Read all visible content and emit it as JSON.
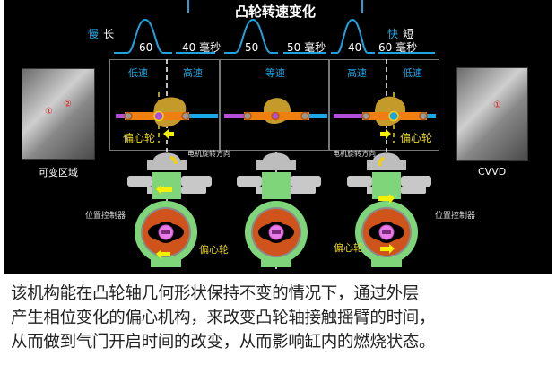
{
  "title": "凸轮转速变化",
  "speed_labels": {
    "slow": {
      "speed": "慢",
      "length": "长"
    },
    "fast": {
      "speed": "快",
      "length": "短"
    }
  },
  "profiles": [
    {
      "peak_value": "60",
      "gap_label": "40 毫秒"
    },
    {
      "peak_value": "50",
      "gap_label": "50 毫秒"
    },
    {
      "peak_value": "40",
      "gap_label": "60 毫秒"
    }
  ],
  "panels": [
    {
      "left_label": "低速",
      "right_label": "高速",
      "eccentric_label": "偏心轮"
    },
    {
      "center_label": "等速"
    },
    {
      "left_label": "高速",
      "right_label": "低速",
      "eccentric_label": "偏心轮"
    }
  ],
  "annotations": {
    "motor_direction_left": "电机旋转方向",
    "motor_direction_right": "电机旋转方向",
    "position_controller_left": "位置控制器",
    "position_controller_right": "位置控制器",
    "eccentric_bottom_left": "偏心轮",
    "eccentric_bottom_right": "偏心轮"
  },
  "photos": {
    "left": {
      "caption": "可变区域",
      "markers": [
        "①",
        "②"
      ]
    },
    "right": {
      "caption": "CVVD",
      "markers": [
        "①"
      ]
    }
  },
  "colors": {
    "accent_blue": "#1fa3e0",
    "orange_arm": "#f07f12",
    "purple_bar": "#b04fd8",
    "blue_bar": "#1aa7e8",
    "cam_gold": "#c49a2a",
    "label_yellow": "#e6d21e",
    "housing_green": "#7fd67a",
    "rotor_orange": "#d0531c",
    "pin_pink": "#e87be8"
  },
  "caption_lines": [
    "该机构能在凸轮轴几何形状保持不变的情况下，通过外层",
    "产生相位变化的偏心机构，来改变凸轮轴接触摇臂的时间，",
    "从而做到气门开启时间的改变，从而影响缸内的燃烧状态。"
  ]
}
